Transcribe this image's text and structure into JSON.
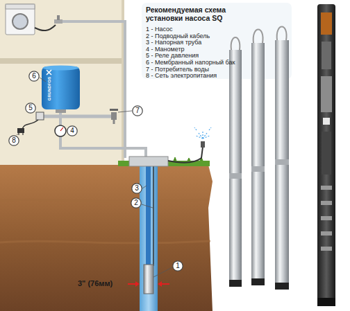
{
  "diagram": {
    "title": "Рекомендуемая схема установки насоса SQ",
    "nodes": [
      {
        "text": [
          "6"
        ]
      },
      {
        "text": [
          "5"
        ]
      },
      {
        "text": [
          "7"
        ]
      },
      {
        "text": [
          "4"
        ]
      },
      {
        "text": [
          "8"
        ]
      },
      {
        "text": [
          "3"
        ]
      },
      {
        "text": [
          "2"
        ]
      },
      {
        "text": [
          "1"
        ]
      }
    ],
    "labels": [
      "1 - Насос",
      "2 - Подводный кабель",
      "3 - Напорная труба",
      "4 - Манометр",
      "5 - Реле давления",
      "6 - Мембранный напорный бак",
      "7 - Потребитель воды",
      "8 - Сеть электропитания",
      "3\" (76мм)",
      "GRUNDFOS"
    ]
  }
}
